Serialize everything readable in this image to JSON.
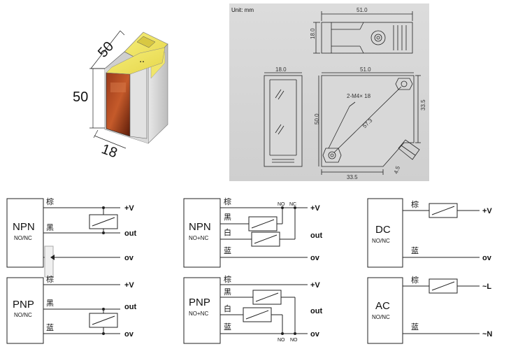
{
  "product": {
    "dim_top": "50",
    "dim_left": "50",
    "dim_bottom": "18"
  },
  "drawing": {
    "unit": "Unit: mm",
    "top_width": "51.0",
    "top_height": "18.0",
    "side_width": "18.0",
    "side_height": "50.0",
    "front_width": "51.0",
    "front_height": "50.0",
    "hole_note": "2-M4× 18",
    "diagonal": "57.3",
    "right_height": "33.5",
    "bottom_width": "33.5",
    "chamfer": "4.5"
  },
  "circuits": {
    "npn_nonc": {
      "title": "NPN",
      "sub": "NO/NC",
      "brown": "棕",
      "black": "黑",
      "plus": "+V",
      "out": "out",
      "zero": "ov"
    },
    "pnp_nonc": {
      "title": "PNP",
      "sub": "NO/NC",
      "brown": "棕",
      "black": "黑",
      "blue": "蓝",
      "plus": "+V",
      "out": "out",
      "zero": "ov"
    },
    "npn_no_nc": {
      "title": "NPN",
      "sub": "NO+NC",
      "brown": "棕",
      "black": "黑",
      "white": "白",
      "blue": "蓝",
      "no": "NO",
      "nc": "NC",
      "plus": "+V",
      "out": "out",
      "zero": "ov"
    },
    "pnp_no_nc": {
      "title": "PNP",
      "sub": "NO+NC",
      "brown": "棕",
      "black": "黑",
      "white": "白",
      "blue": "蓝",
      "no": "NO",
      "nc": "NO",
      "plus": "+V",
      "out": "out",
      "zero": "ov"
    },
    "dc": {
      "title": "DC",
      "sub": "NO/NC",
      "brown": "棕",
      "blue": "蓝",
      "plus": "+V",
      "zero": "ov"
    },
    "ac": {
      "title": "AC",
      "sub": "NO/NC",
      "brown": "棕",
      "blue": "蓝",
      "l": "~L",
      "n": "~N"
    }
  }
}
